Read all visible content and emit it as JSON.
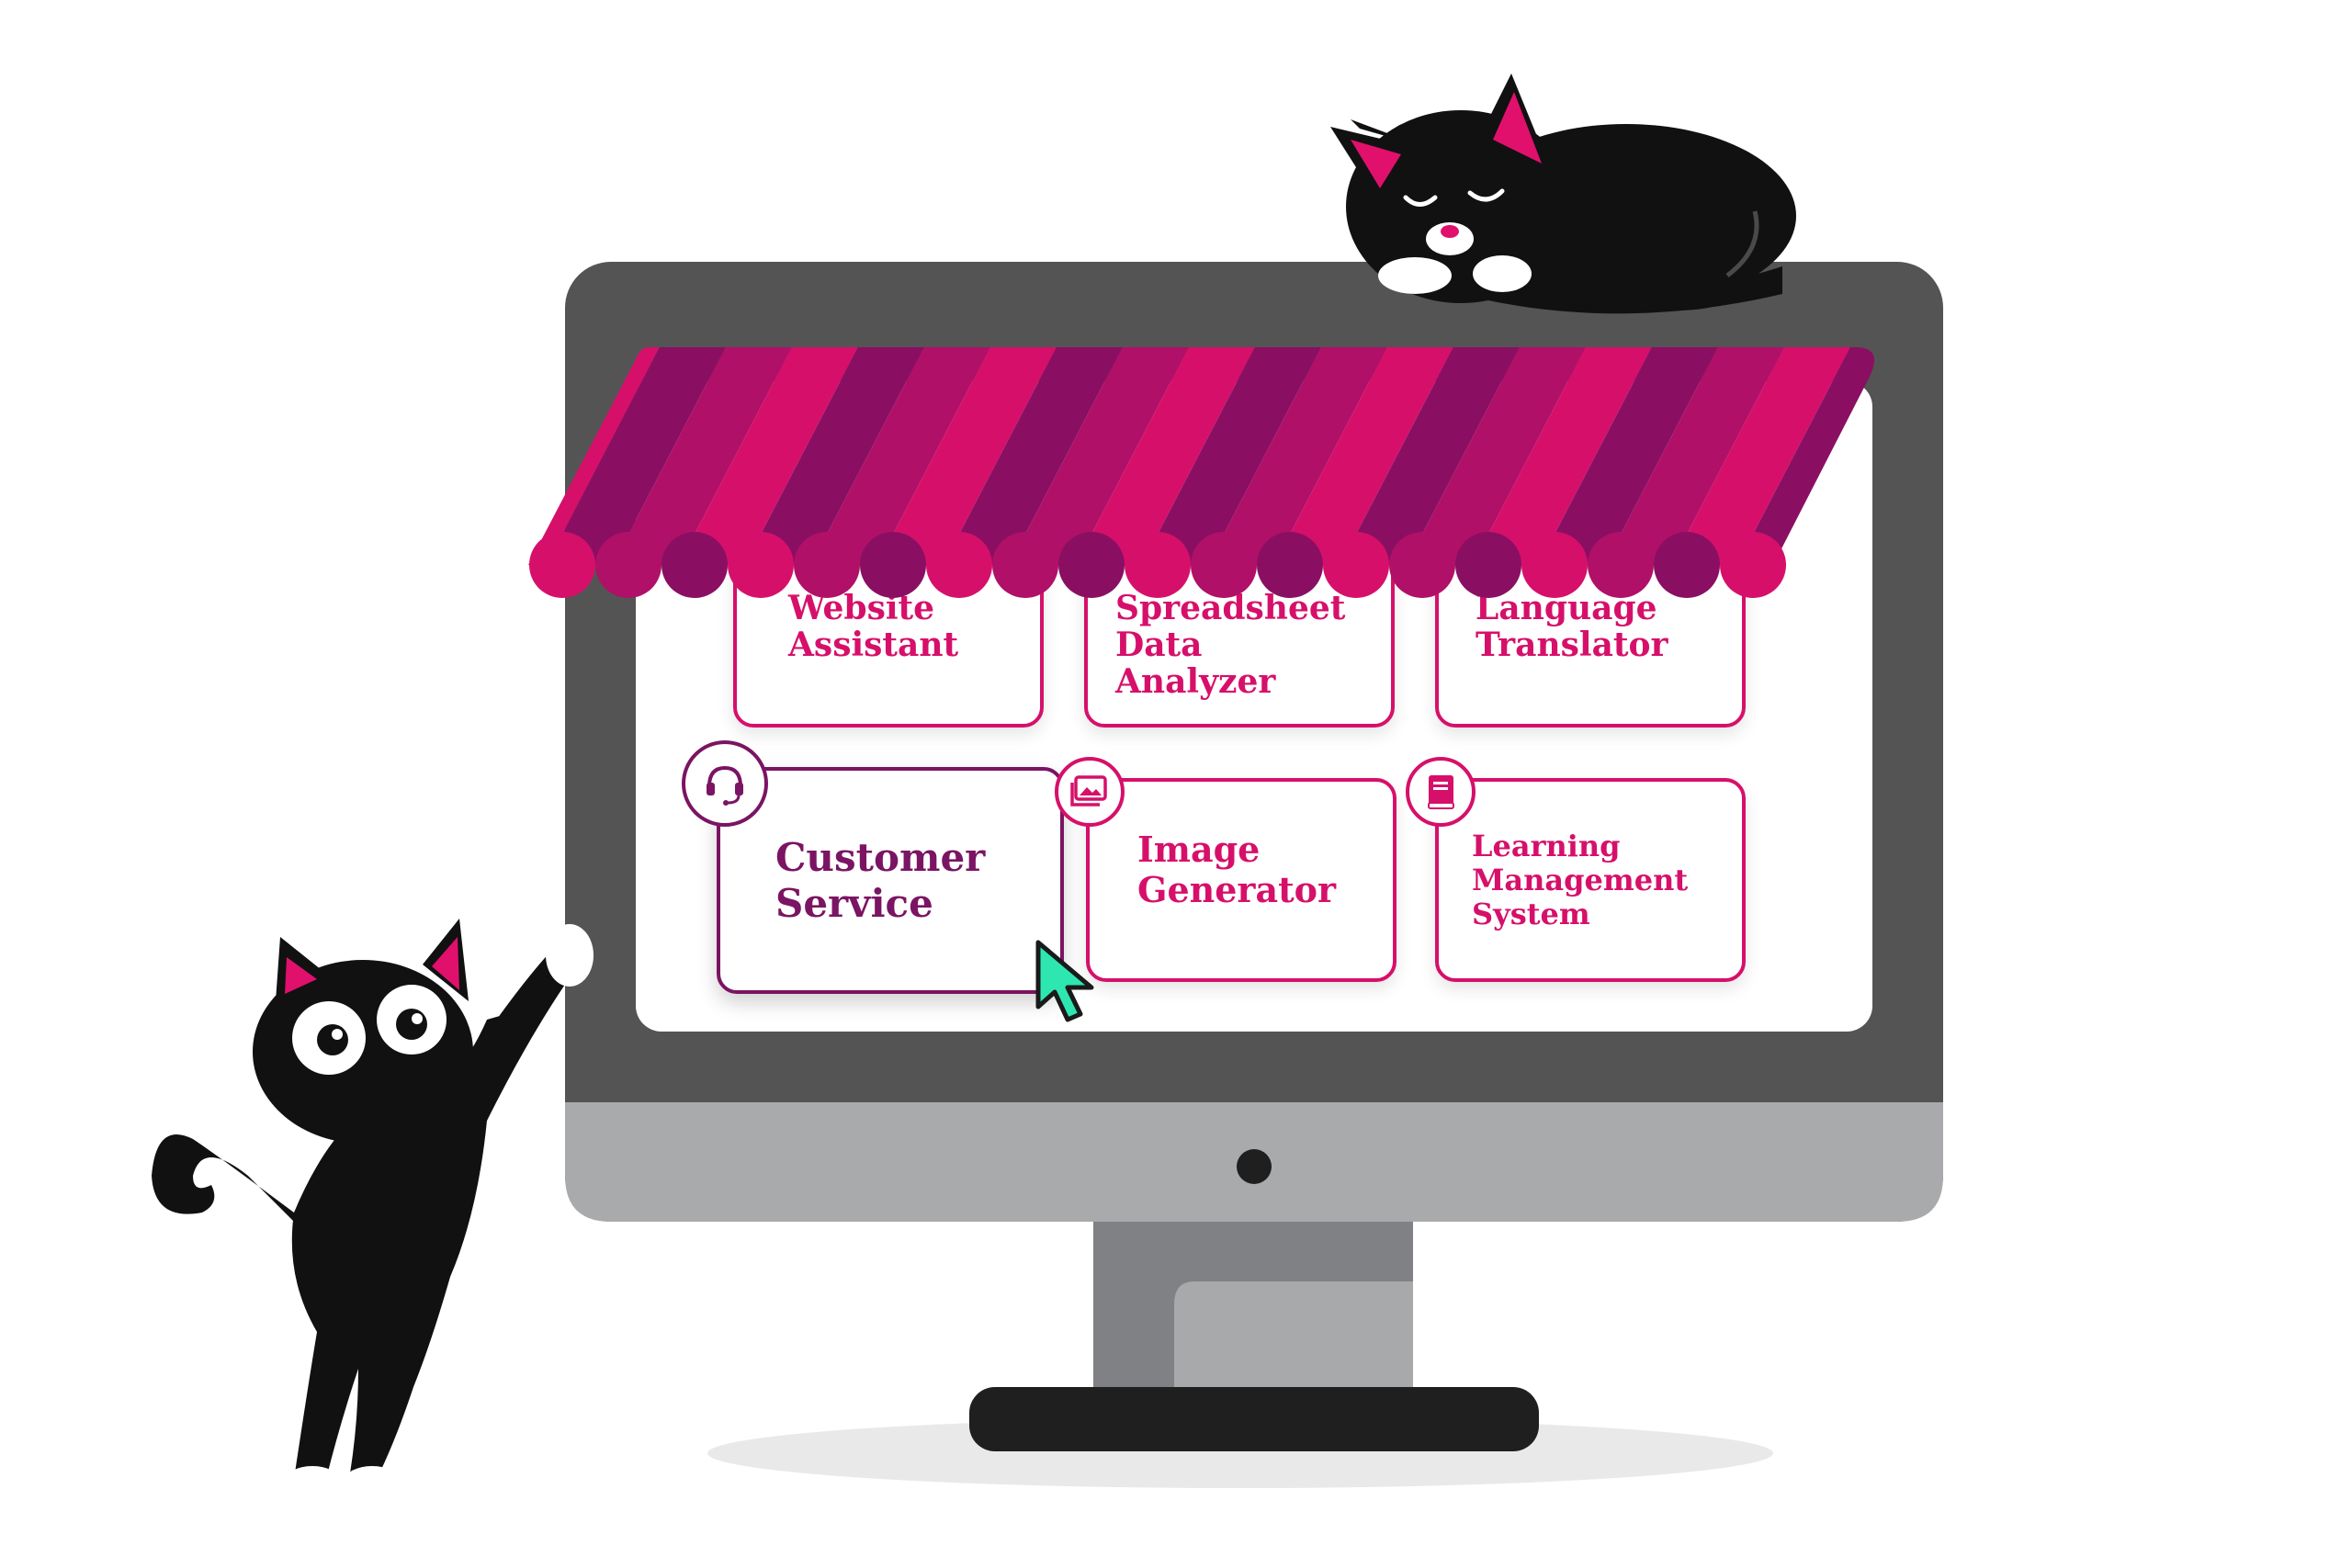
{
  "cards": [
    {
      "id": "website-assistant",
      "label": "Website\nAssistant",
      "icon": "chat-icon"
    },
    {
      "id": "spreadsheet-data-analyzer",
      "label": "Spreadsheet\nData Analyzer",
      "icon": "table-icon"
    },
    {
      "id": "language-translator",
      "label": "Language\nTranslator",
      "icon": "translate-icon"
    },
    {
      "id": "customer-service",
      "label": "Customer\nService",
      "icon": "headset-icon",
      "active": true
    },
    {
      "id": "image-generator",
      "label": "Image\nGenerator",
      "icon": "image-icon"
    },
    {
      "id": "learning-management-system",
      "label": "Learning\nManagement\nSystem",
      "icon": "book-icon"
    }
  ],
  "colors": {
    "accent": "#d6106a",
    "accent_dark": "#7a1463",
    "awning_a": "#d6106a",
    "awning_b": "#8a0f63",
    "awning_c": "#b01068",
    "monitor_frame": "#545454",
    "monitor_chin": "#a9aaac",
    "stand": "#808184",
    "cursor": "#2ee6b0"
  }
}
